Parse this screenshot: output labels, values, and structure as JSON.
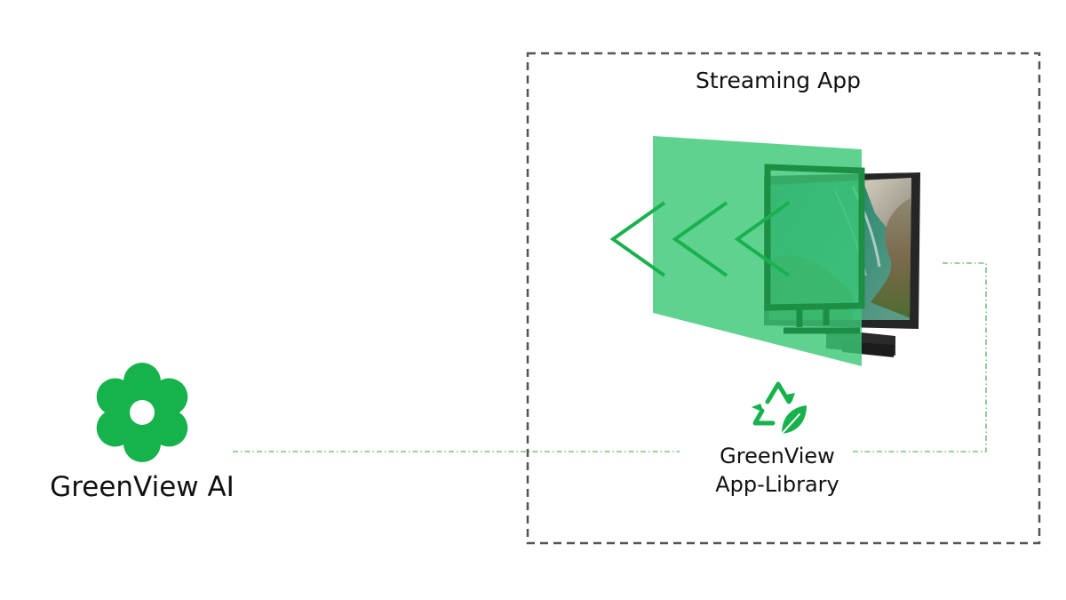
{
  "diagram": {
    "box_title": "Streaming App",
    "brand": {
      "name": "GreenView AI",
      "icon": "flower-icon"
    },
    "library": {
      "line1": "GreenView",
      "line2": "App-Library",
      "icon": "recycle-leaf-icon"
    },
    "screen": {
      "icon": "monitor-icon",
      "overlay_icon": "chevrons-left-icon"
    },
    "colors": {
      "brand_green": "#16b24b",
      "overlay_green": "#3cc878",
      "chevron_green": "#19b14e",
      "connector_green": "#7cc27e",
      "dashed_border": "#555555"
    }
  }
}
